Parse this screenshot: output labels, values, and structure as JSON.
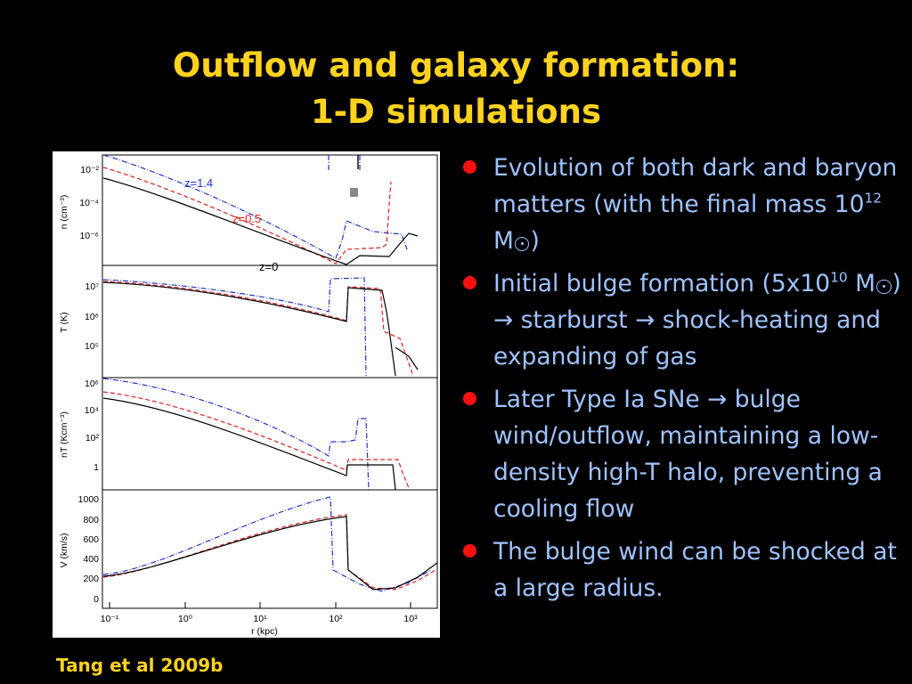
{
  "slide": {
    "title_line1": "Outflow and galaxy formation:",
    "title_line2": "1-D simulations",
    "citation": "Tang et al 2009b"
  },
  "bullets": [
    {
      "parts": {
        "a": "Evolution of both dark and baryon matters (with the final mass 10",
        "b": "12",
        "c": " M",
        "d": ")"
      }
    },
    {
      "parts": {
        "a": "Initial bulge formation (5x10",
        "b": "10",
        "c": " M",
        "d": ") → starburst → shock-heating and expanding of gas"
      }
    },
    {
      "text": "Later Type Ia SNe → bulge wind/outflow, maintaining a low-density high-T halo, preventing a cooling flow"
    },
    {
      "text": "The bulge wind can be shocked at a large radius."
    }
  ],
  "figure": {
    "panels": [
      {
        "ylabel": "n (cm⁻³)",
        "ticks": [
          "10⁻²",
          "10⁻⁴",
          "10⁻⁶"
        ]
      },
      {
        "ylabel": "T (K)",
        "ticks": [
          "10⁷",
          "10⁶",
          "10⁵"
        ]
      },
      {
        "ylabel": "nT (Kcm⁻³)",
        "ticks": [
          "10⁶",
          "10⁴",
          "10²",
          "1"
        ]
      },
      {
        "ylabel": "V (km/s)",
        "ticks": [
          "1000",
          "800",
          "600",
          "400",
          "200",
          "0"
        ]
      }
    ],
    "xticks": [
      "10⁻¹",
      "10⁰",
      "10¹",
      "10²",
      "10³"
    ],
    "xlabel": "r (kpc)",
    "series": [
      {
        "name": "z=1.4",
        "color": "#2233cc",
        "style": "dash-dot"
      },
      {
        "name": "z=0.5",
        "color": "#e02020",
        "style": "dashed"
      },
      {
        "name": "z=0",
        "color": "#000000",
        "style": "solid"
      }
    ]
  }
}
